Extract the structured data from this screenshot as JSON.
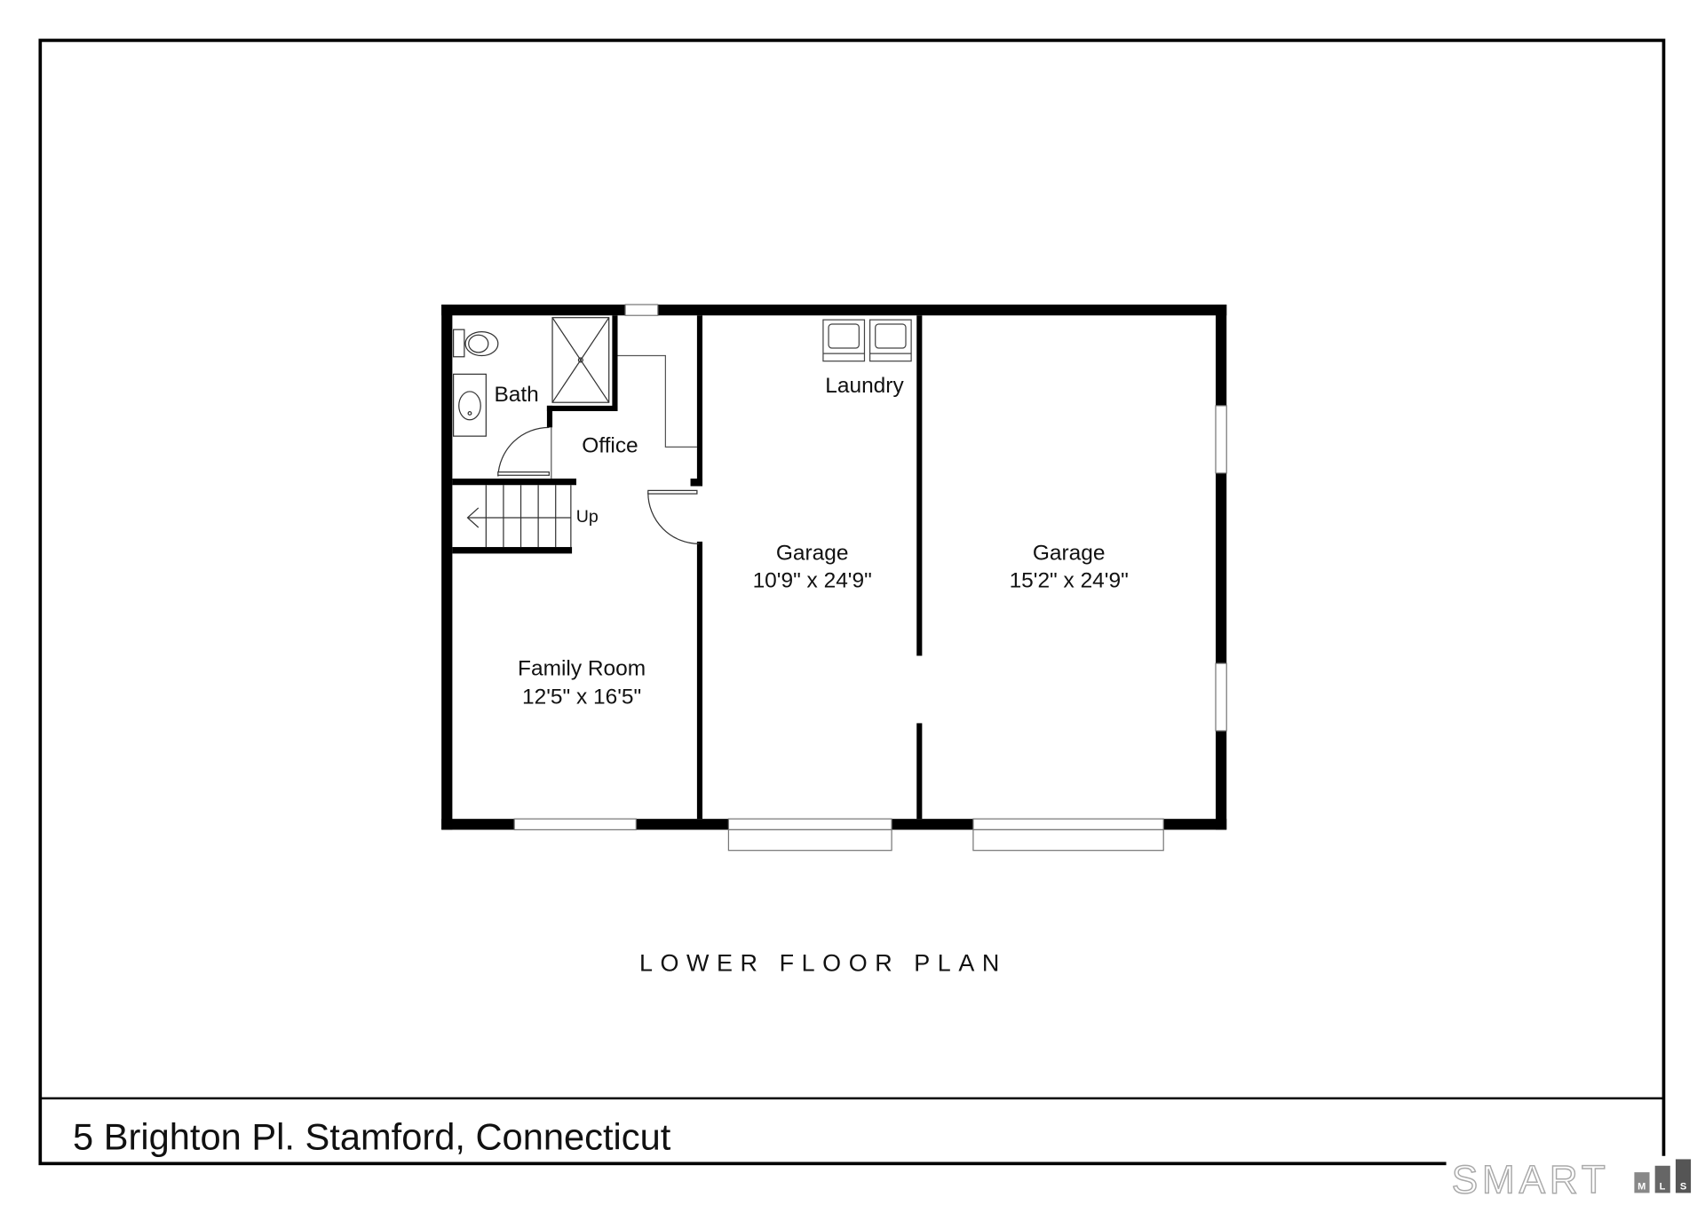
{
  "plan_title": "LOWER FLOOR PLAN",
  "address": "5 Brighton Pl. Stamford, Connecticut",
  "rooms": {
    "bath": {
      "name": "Bath"
    },
    "office": {
      "name": "Office"
    },
    "stairs": {
      "label": "Up"
    },
    "laundry": {
      "name": "Laundry"
    },
    "garage1": {
      "name": "Garage",
      "size": "10'9\" x 24'9\""
    },
    "garage2": {
      "name": "Garage",
      "size": "15'2\" x 24'9\""
    },
    "family_room": {
      "name": "Family Room",
      "size": "12'5\" x 16'5\""
    }
  },
  "logo": {
    "text": "SMART",
    "letters": [
      "M",
      "L",
      "S"
    ]
  }
}
